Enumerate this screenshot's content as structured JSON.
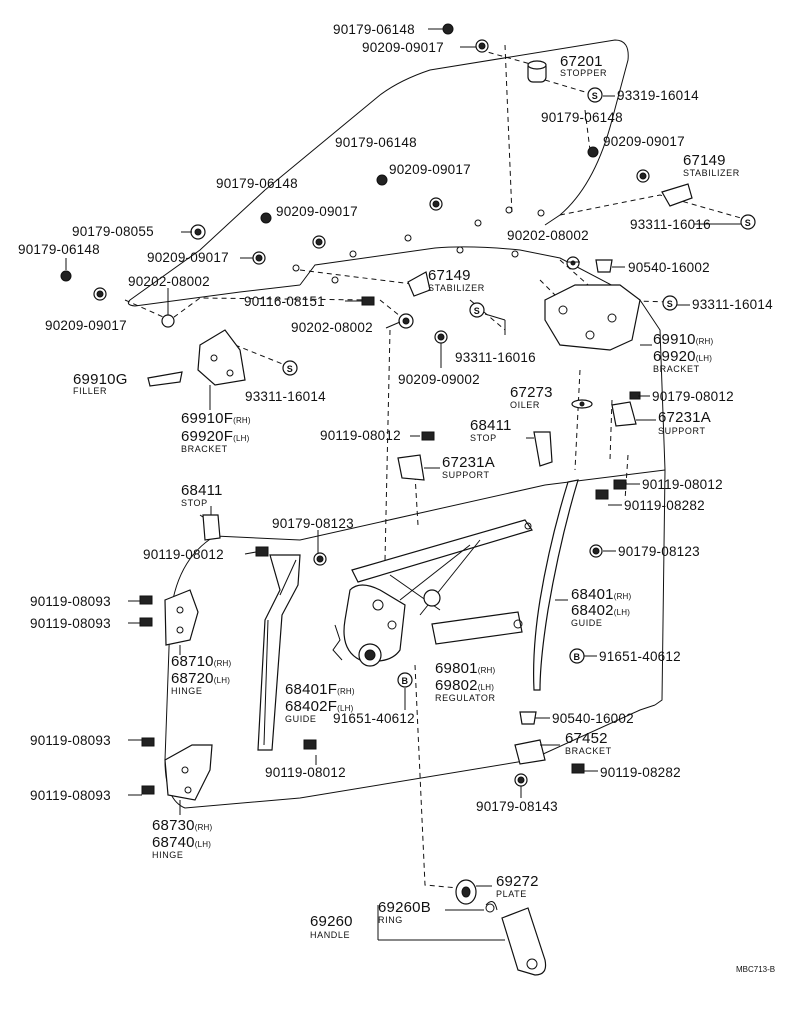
{
  "diagram_code": "MBC713-B",
  "parts": {
    "p_90179_06148_a": "90179-06148",
    "p_90209_09017_a": "90209-09017",
    "p_67201": "67201",
    "p_67201_name": "STOPPER",
    "p_93319_16014": "93319-16014",
    "p_90179_06148_b": "90179-06148",
    "p_90209_09017_b": "90209-09017",
    "p_67149_a": "67149",
    "p_67149_a_name": "STABILIZER",
    "p_90179_06148_c": "90179-06148",
    "p_90209_09017_c": "90209-09017",
    "p_90179_06148_d": "90179-06148",
    "p_90209_09017_d": "90209-09017",
    "p_93311_16016_a": "93311-16016",
    "p_90179_08055": "90179-08055",
    "p_90209_09017_e": "90209-09017",
    "p_90202_08002_a": "90202-08002",
    "p_90179_06148_e": "90179-06148",
    "p_90540_16002_a": "90540-16002",
    "p_90202_08002_b": "90202-08002",
    "p_67149_b": "67149",
    "p_67149_b_name": "STABILIZER",
    "p_90116_08151": "90116-08151",
    "p_93311_16014_a": "93311-16014",
    "p_90209_09017_f": "90209-09017",
    "p_90202_08002_c": "90202-08002",
    "p_93311_16016_b": "93311-16016",
    "p_69910_rh": "69910",
    "p_69920_lh": "69920",
    "p_69910_name": "BRACKET",
    "p_90209_09002": "90209-09002",
    "p_69910g": "69910G",
    "p_69910g_name": "FILLER",
    "p_93311_16014_b": "93311-16014",
    "p_67273": "67273",
    "p_67273_name": "OILER",
    "p_90179_08012": "90179-08012",
    "p_69910f": "69910F",
    "p_69920f": "69920F",
    "p_69910f_name": "BRACKET",
    "p_67231a_a": "67231A",
    "p_67231a_a_name": "SUPPORT",
    "p_90119_08012_a": "90119-08012",
    "p_68411_a": "68411",
    "p_68411_a_name": "STOP",
    "p_67231a_b": "67231A",
    "p_67231a_b_name": "SUPPORT",
    "p_90119_08012_b": "90119-08012",
    "p_68411_b": "68411",
    "p_68411_b_name": "STOP",
    "p_90119_08282_a": "90119-08282",
    "p_90179_08123_a": "90179-08123",
    "p_90119_08012_c": "90119-08012",
    "p_90179_08123_b": "90179-08123",
    "p_90119_08093_a": "90119-08093",
    "p_90119_08093_b": "90119-08093",
    "p_68401": "68401",
    "p_68402": "68402",
    "p_68401_name": "GUIDE",
    "p_68710": "68710",
    "p_68720": "68720",
    "p_68710_name": "HINGE",
    "p_91651_40612_a": "91651-40612",
    "p_68401f": "68401F",
    "p_68402f": "68402F",
    "p_68401f_name": "GUIDE",
    "p_69801": "69801",
    "p_69802": "69802",
    "p_69801_name": "REGULATOR",
    "p_91651_40612_b": "91651-40612",
    "p_90540_16002_b": "90540-16002",
    "p_90119_08093_c": "90119-08093",
    "p_67452": "67452",
    "p_67452_name": "BRACKET",
    "p_90119_08012_d": "90119-08012",
    "p_90119_08282_b": "90119-08282",
    "p_90119_08093_d": "90119-08093",
    "p_90179_08143": "90179-08143",
    "p_68730": "68730",
    "p_68740": "68740",
    "p_68730_name": "HINGE",
    "p_69272": "69272",
    "p_69272_name": "PLATE",
    "p_69260b": "69260B",
    "p_69260b_name": "RING",
    "p_69260": "69260",
    "p_69260_name": "HANDLE"
  },
  "markers": {
    "screw": "S",
    "bolt": "B"
  },
  "side_tags": {
    "rh": "(RH)",
    "lh": "(LH)"
  }
}
